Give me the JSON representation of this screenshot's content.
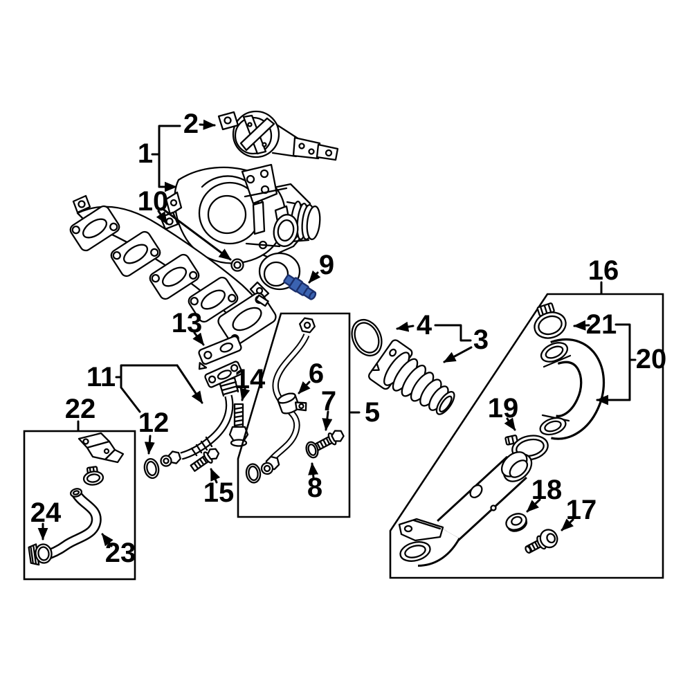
{
  "diagram": {
    "background": "#ffffff",
    "line_color": "#000000",
    "highlight_fill": "#3b63b1",
    "highlight_stroke": "#1b2f6b",
    "callouts": [
      "1",
      "2",
      "3",
      "4",
      "5",
      "6",
      "7",
      "8",
      "9",
      "10",
      "11",
      "12",
      "13",
      "14",
      "15",
      "16",
      "17",
      "18",
      "19",
      "20",
      "21",
      "22",
      "23",
      "24"
    ]
  }
}
